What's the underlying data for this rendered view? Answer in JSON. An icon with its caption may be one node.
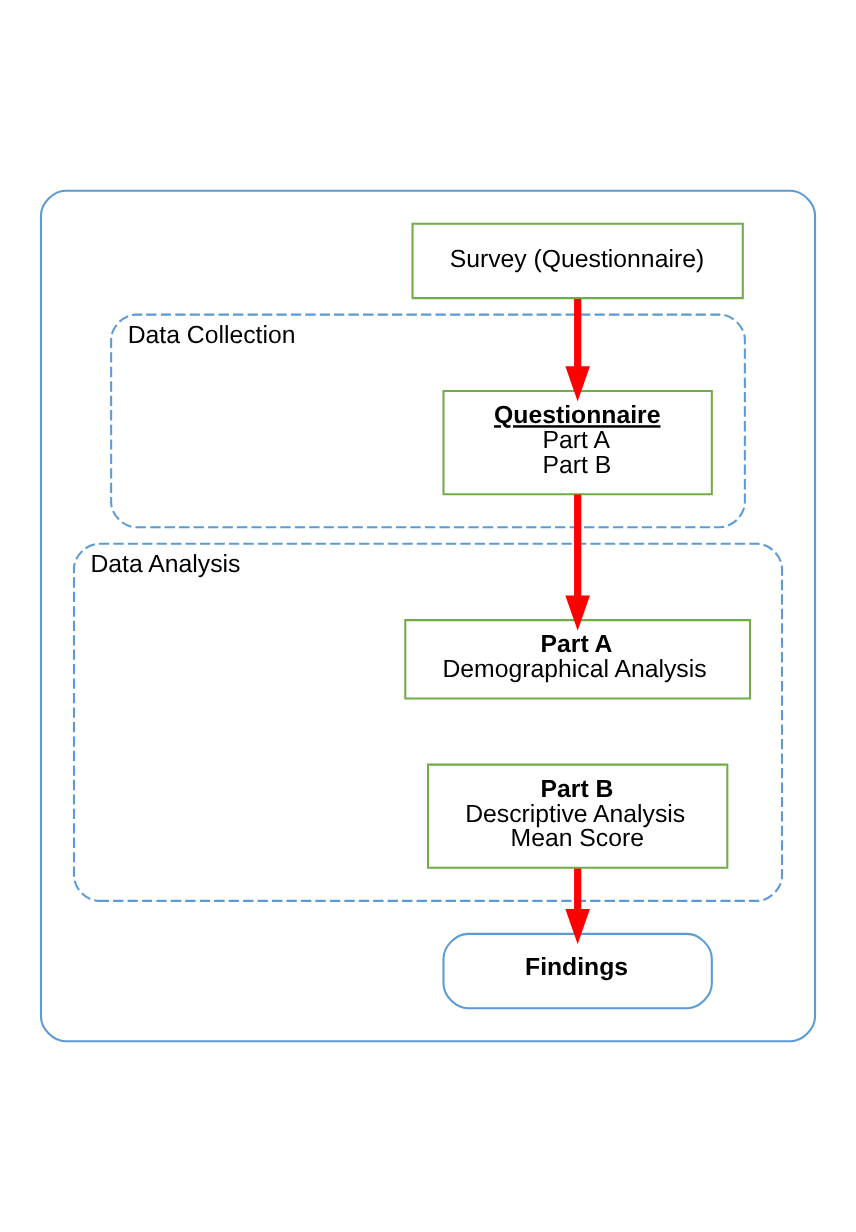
{
  "diagram": {
    "nodes": [
      {
        "text": [],
        "shape": "box"
      },
      {
        "text": [
          "Survey (Questionnaire)"
        ],
        "in": 0
      },
      {
        "text": [
          "Data Collection"
        ],
        "in": 0
      },
      {
        "text": [
          "Questionnaire",
          "Part A",
          "Part B"
        ],
        "in": 2
      },
      {
        "text": [
          "Data Analysis"
        ],
        "in": 0
      },
      {
        "text": [
          "Part A",
          "Demographical Analysis"
        ],
        "in": 4
      },
      {
        "text": [
          "Part B",
          "Descriptive Analysis",
          "Mean Score"
        ],
        "in": 4
      },
      {
        "text": [
          "Findings"
        ],
        "in": 0
      }
    ],
    "edges": [
      {
        "from": 1,
        "to": 3,
        "arrow": "to",
        "color": "#ff0000"
      },
      {
        "from": 3,
        "to": 5,
        "arrow": "to",
        "color": "#ff0000"
      },
      {
        "from": 6,
        "to": 7,
        "arrow": "to",
        "color": "#ff0000"
      }
    ]
  }
}
